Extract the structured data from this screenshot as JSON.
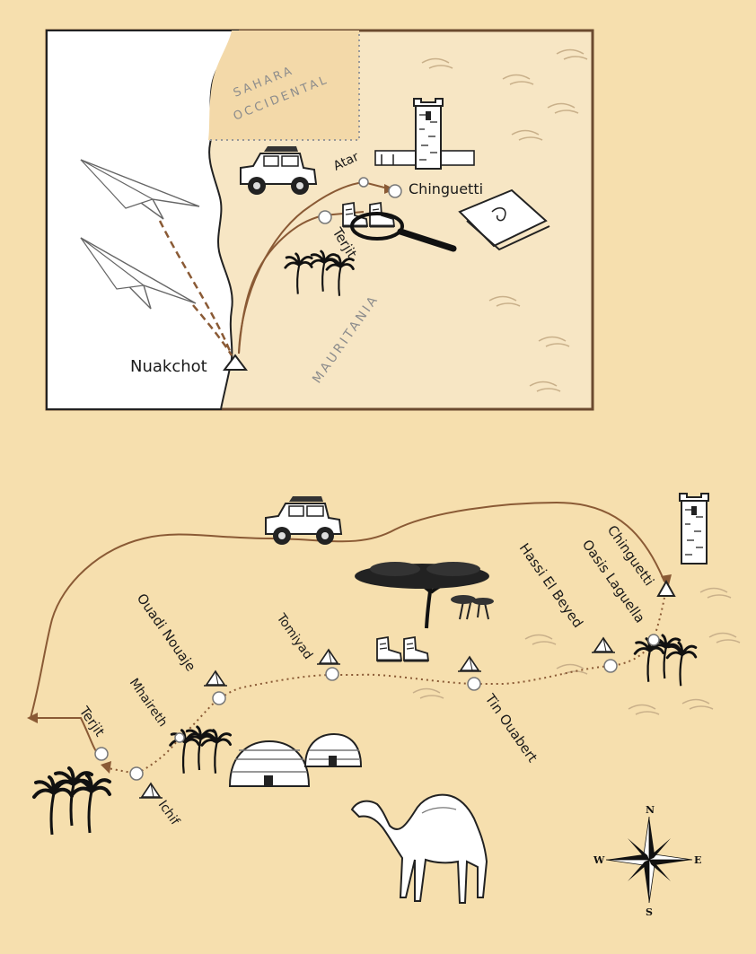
{
  "colors": {
    "paper": "#f6dfae",
    "inset_land": "#f7e6c4",
    "inset_sea": "#ffffff",
    "inset_sahara": "#f3d9a9",
    "route": "#8a5a35",
    "border": "#6b4a2f"
  },
  "inset_map": {
    "regions": {
      "sahara_line1": "SAHARA",
      "sahara_line2": "OCCIDENTAL",
      "mauritania": "MAURITANIA"
    },
    "places": {
      "nuakchot": "Nuakchot",
      "atar": "Atar",
      "chinguetti": "Chinguetti",
      "terjit": "Terjit"
    },
    "icons": [
      "paper-plane-icon",
      "jeep-icon",
      "tower-icon",
      "boots-icon",
      "magnifier-icon",
      "book-icon",
      "palm-trees-icon"
    ]
  },
  "route_map": {
    "places": {
      "chinguetti": "Chinguetti",
      "oasis_laguella": "Oasis Laguella",
      "hassi_el_beyed": "Hassi El Beyed",
      "tin_ouabert": "Tin Ouabert",
      "tomiyad": "Tomiyad",
      "ouadi_nouaje": "Ouadi Nouaje",
      "mhaireth": "Mhaireth",
      "terjit": "Terjit",
      "ichif": "Ichif"
    },
    "icons": [
      "jeep-icon",
      "tower-icon",
      "acacia-tree-icon",
      "boots-icon",
      "tent-icon",
      "palm-trees-icon",
      "huts-icon",
      "camel-icon",
      "compass-rose-icon"
    ]
  },
  "compass": {
    "n": "N",
    "s": "S",
    "e": "E",
    "w": "W"
  }
}
